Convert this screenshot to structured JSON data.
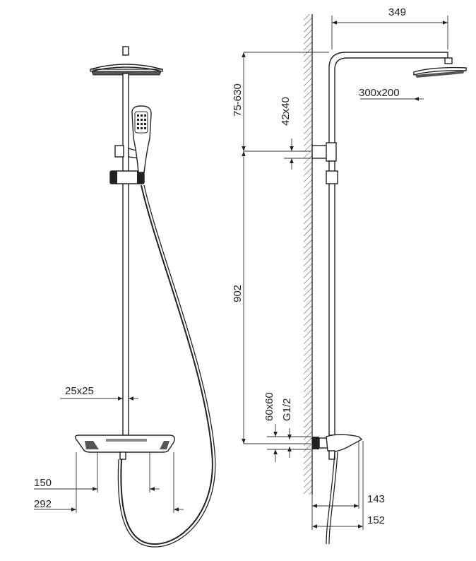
{
  "dimensions": {
    "arm_length": "349",
    "head_size": "300x200",
    "height_adjust": "75-630",
    "wall_bracket": "42x40",
    "riser_length": "902",
    "rail_section": "25x25",
    "valve_size": "60x60",
    "thread": "G1/2",
    "centers": "150",
    "overall_width": "292",
    "projection_a": "143",
    "projection_b": "152"
  }
}
